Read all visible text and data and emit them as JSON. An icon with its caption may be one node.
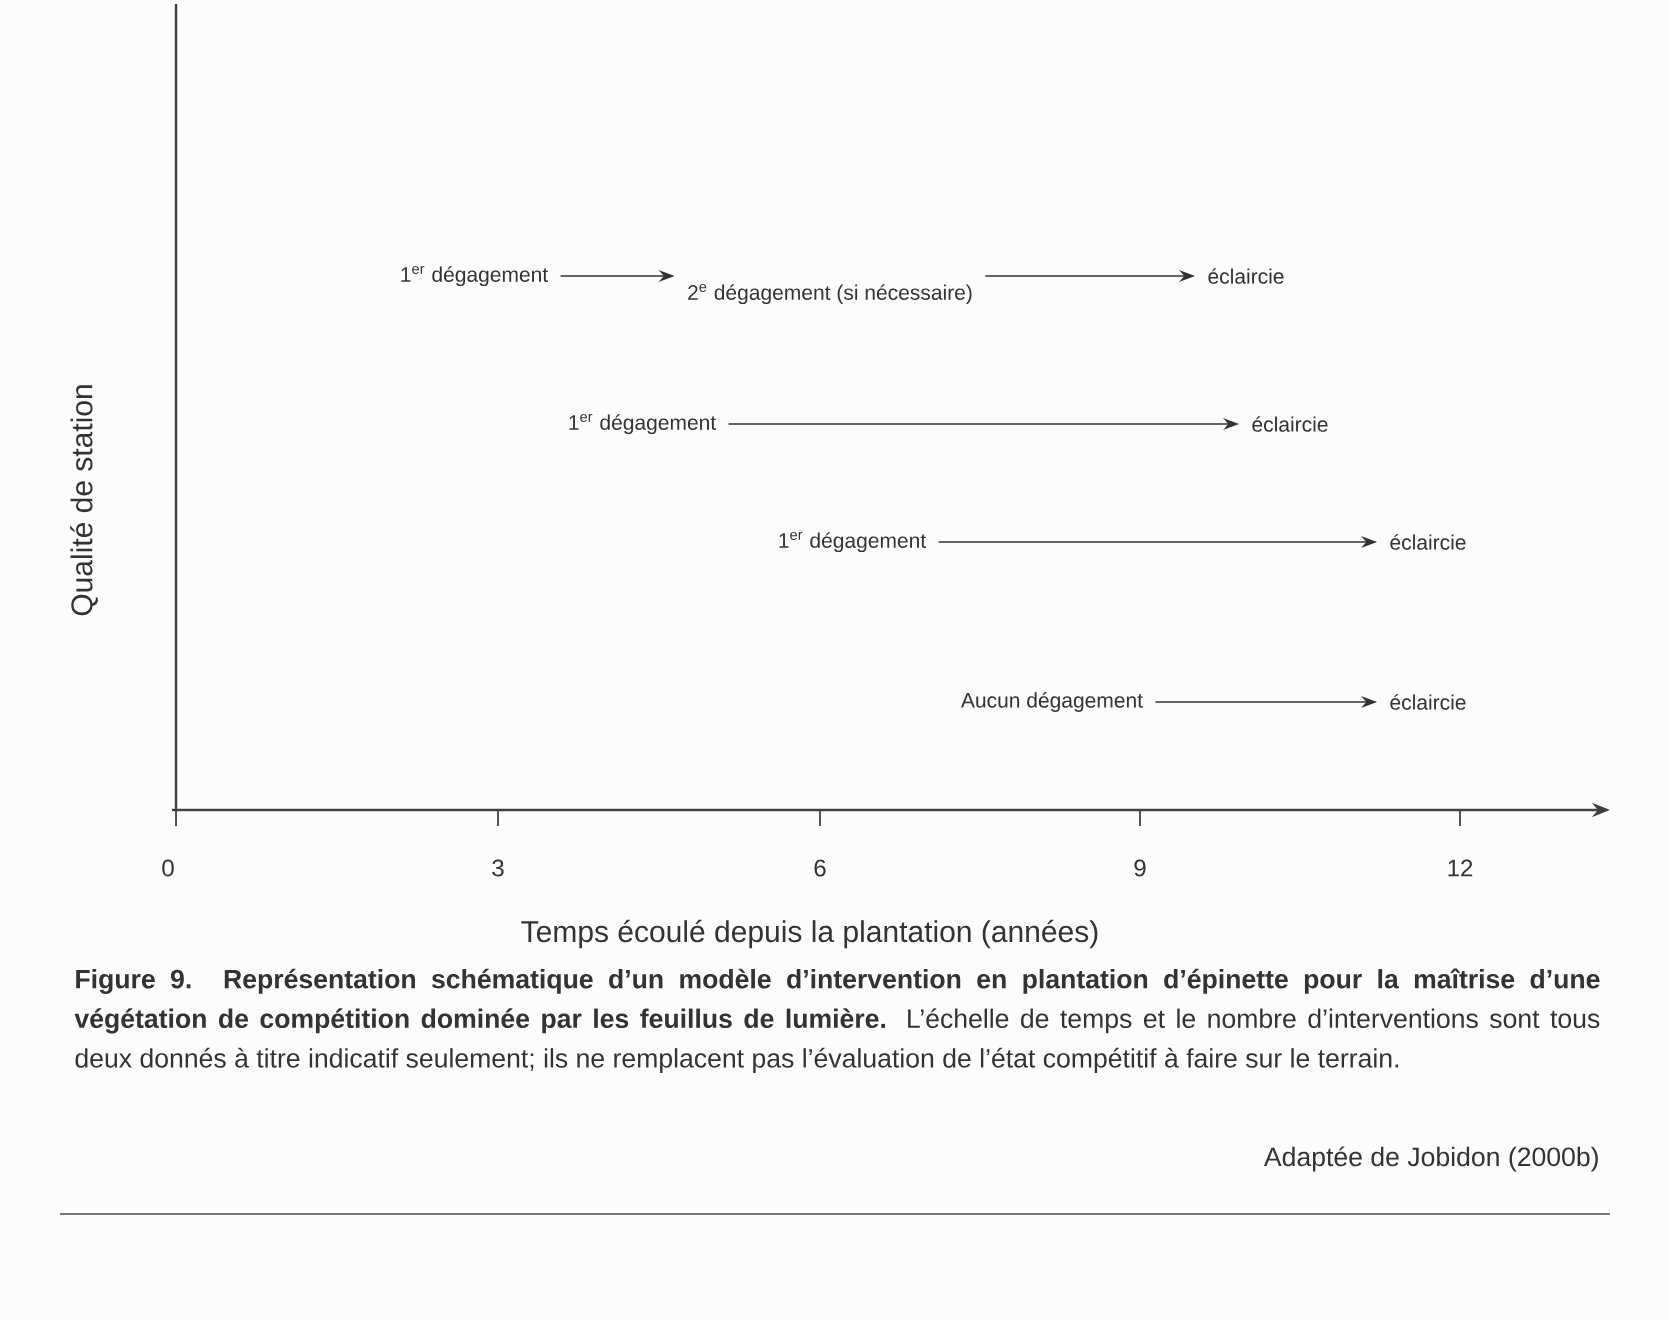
{
  "diagram": {
    "nodes": [
      {
        "text": [
          "1$^{er}$ dégagement"
        ]
      },
      {
        "text": [
          "2$^{e}$ dégagement (si nécessaire)"
        ]
      },
      {
        "text": [
          "éclaircie"
        ]
      },
      {
        "text": [
          "1$^{er}$ dégagement"
        ]
      },
      {
        "text": [
          "éclaircie"
        ]
      },
      {
        "text": [
          "1$^{er}$ dégagement"
        ]
      },
      {
        "text": [
          "éclaircie"
        ]
      },
      {
        "text": [
          "Aucun dégagement"
        ]
      },
      {
        "text": [
          "éclaircie"
        ]
      }
    ],
    "edges": [
      {
        "from": 0,
        "to": 1,
        "arrow": "to"
      },
      {
        "from": 1,
        "to": 2,
        "arrow": "to"
      },
      {
        "from": 3,
        "to": 4,
        "arrow": "to"
      },
      {
        "from": 5,
        "to": 6,
        "arrow": "to"
      },
      {
        "from": 7,
        "to": 8,
        "arrow": "to"
      }
    ],
    "labels": [
      "Qualité de station",
      "0",
      "3",
      "6",
      "9",
      "12",
      "Temps écoulé depuis la plantation (années)",
      "Adaptée de Jobidon (2000b)"
    ],
    "caption": "**Figure 9. Représentation schématique d’un modèle d’intervention en plantation d’épinette pour la maîtrise d’une végétation de compétition dominée par les feuillus de lumière.** L’échelle de temps et le nombre d’interventions sont tous deux donnés à titre indicatif seulement; ils ne remplacent pas l’évaluation de l’état compétitif à faire sur le terrain."
  }
}
